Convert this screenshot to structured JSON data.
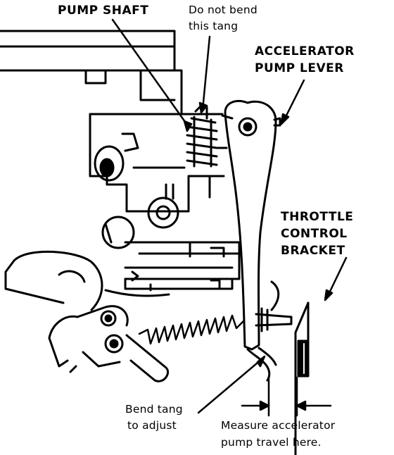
{
  "colors": {
    "ink": "#000000",
    "paper": "#ffffff"
  },
  "labels": {
    "pump_shaft": "PUMP SHAFT",
    "do_not_bend_line1": "Do not bend",
    "do_not_bend_line2": "this tang",
    "accelerator_line1": "ACCELERATOR",
    "accelerator_line2": "PUMP LEVER",
    "throttle_line1": "THROTTLE",
    "throttle_line2": "CONTROL",
    "throttle_line3": "BRACKET",
    "bend_tang_line1": "Bend tang",
    "bend_tang_line2": "to adjust",
    "measure_line1": "Measure accelerator",
    "measure_line2": "pump travel here."
  }
}
